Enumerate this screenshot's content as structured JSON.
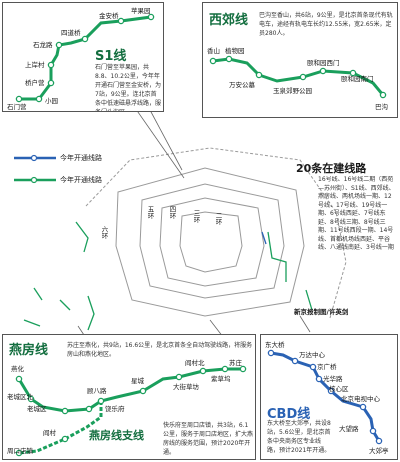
{
  "colors": {
    "opened": "#1a9f5c",
    "opening": "#2a62b4",
    "dark_green": "#136e3f",
    "border": "#555555",
    "ring_road": "#9a9a9a"
  },
  "legend": {
    "opening_label": "今年开通线路",
    "opened_label": "今年开通线路"
  },
  "s1": {
    "title": "S1线",
    "description": "石门营至苹果园，共8.8、10.2公里，今年年开通石门营至金安桥，为7站，9公里。连北京首条中低速磁悬浮线路，服务门头沟区",
    "stations": [
      "金安桥",
      "苹果园",
      "四道桥",
      "石龙路",
      "上岸村",
      "桥户营",
      "小园",
      "石门营"
    ]
  },
  "xijiao": {
    "title": "西郊线",
    "description": "巴沟至香山，共6站，9公里，是北京首条现代有轨电车，途经有轨电车长约12.55米，宽2.65米，定员280人。",
    "stations": [
      "香山",
      "植物园",
      "万安公墓",
      "玉泉郊野公园",
      "颐和园西门",
      "颐和园南门",
      "巴沟"
    ]
  },
  "summary": {
    "title": "20条在建线路",
    "body": "16号线、16号线二期（西苑—苏州街）、S1线、西郊线、燕房线、两机场线一期、12号线、17号线、19号线一期、6号线西延、7号线东延、8号线三期、8号线三期、11号线西段一期、14号线、首都机场线西延、平谷线、八通线南延、3号线一期",
    "credit": "新京报制图/许英剑"
  },
  "rings": [
    "五环",
    "四环",
    "三环",
    "二环",
    "六环"
  ],
  "yanfang": {
    "title": "燕房线",
    "description": "苏庄至燕化，共9站，16.6公里，是北京首条全自动驾驶线路，将服务房山和燕化地区。",
    "stations": [
      "燕化",
      "老城区北",
      "老城区",
      "顾八路",
      "饶乐府",
      "星城",
      "大街草坊",
      "阎村北",
      "紫草坞",
      "苏庄",
      "阎村",
      "周口店镇"
    ],
    "branch_title": "燕房线支线",
    "branch_description": "快乐府至周口店镇，共3站，6.1公里，服务于周口店地区，扩大燕房线的服务范围，预计2020年开通。"
  },
  "cbd": {
    "title": "CBD线",
    "description": "东大桥至大郊亭，共设8站，5.6公里，是北京首条中央商务区专业线路，预计2021年开通。",
    "stations": [
      "东大桥",
      "万达中心",
      "京广桥",
      "光华路",
      "核心区",
      "北京电视中心",
      "大望路",
      "大郊亭"
    ]
  }
}
